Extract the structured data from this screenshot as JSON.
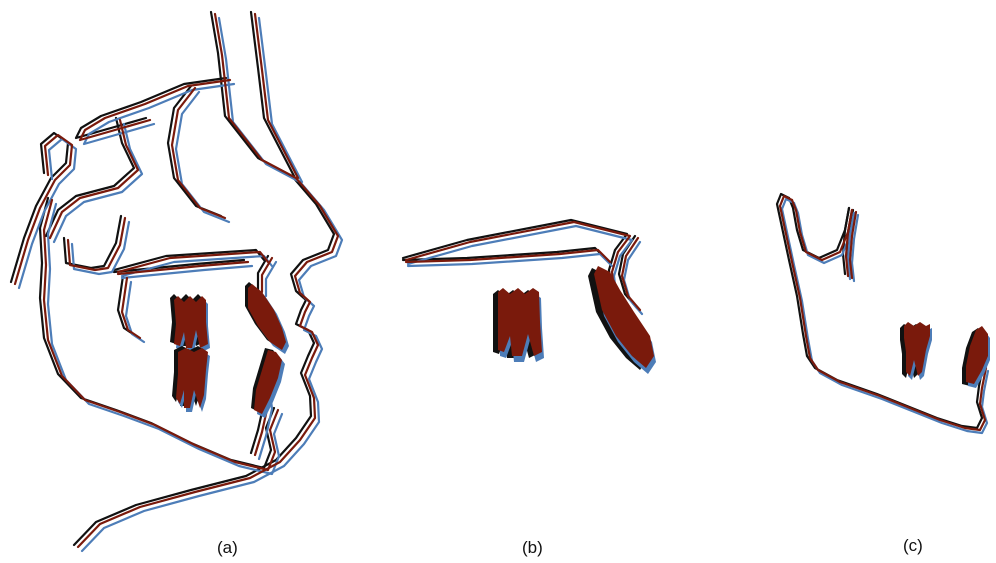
{
  "figure": {
    "panels": [
      {
        "id": "a",
        "label": "(a)",
        "content": "full-cephalometric-tracing"
      },
      {
        "id": "b",
        "label": "(b)",
        "content": "maxilla-superimposition"
      },
      {
        "id": "c",
        "label": "(c)",
        "content": "mandible-superimposition"
      }
    ]
  },
  "colors": {
    "trace_black": "#111111",
    "trace_blue": "#4d7db8",
    "trace_red": "#7a1a0c",
    "tooth_fill": "#7a1a0c",
    "tooth_shadow_black": "#111111",
    "tooth_shadow_blue": "#4d7db8"
  }
}
